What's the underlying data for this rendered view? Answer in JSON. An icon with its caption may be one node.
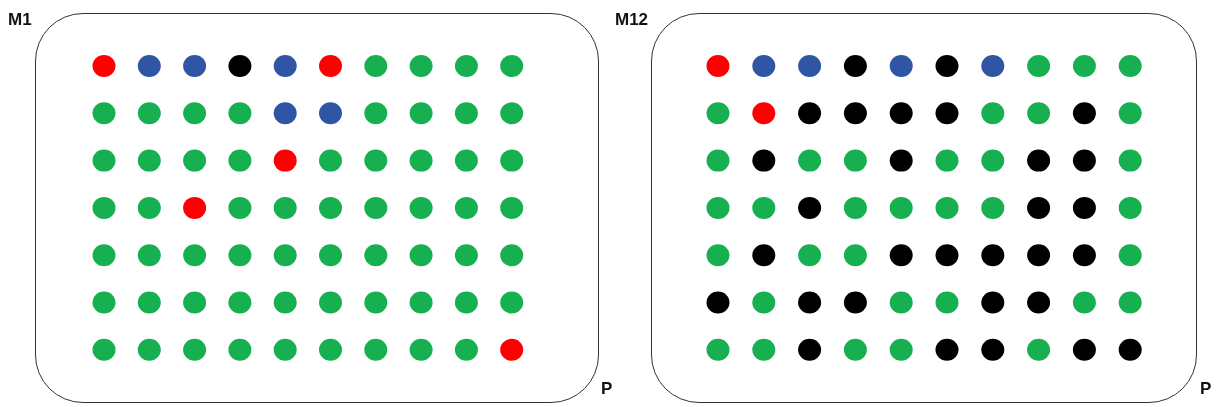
{
  "diagram": {
    "nodes": [
      {
        "text": [
          "M1"
        ],
        "beside": [
          "P"
        ]
      },
      {
        "text": [
          "M12"
        ],
        "beside": [
          "P"
        ]
      }
    ]
  }
}
